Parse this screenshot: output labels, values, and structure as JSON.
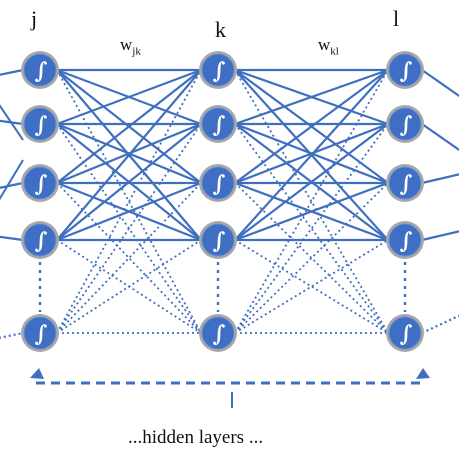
{
  "layers": [
    {
      "label": "j",
      "neurons": 5
    },
    {
      "label": "k",
      "neurons": 5
    },
    {
      "label": "l",
      "neurons": 5
    }
  ],
  "weights": [
    {
      "symbol": "w",
      "subscript": "jk"
    },
    {
      "symbol": "w",
      "subscript": "kl"
    }
  ],
  "neuron_symbol": "∫",
  "caption": "...hidden layers ...",
  "colors": {
    "edge": "#3f6fbf",
    "node_fill": "#3f6fc4",
    "node_ring": "#a8a8a8",
    "node_symbol": "#ffffff",
    "text": "#111111"
  }
}
